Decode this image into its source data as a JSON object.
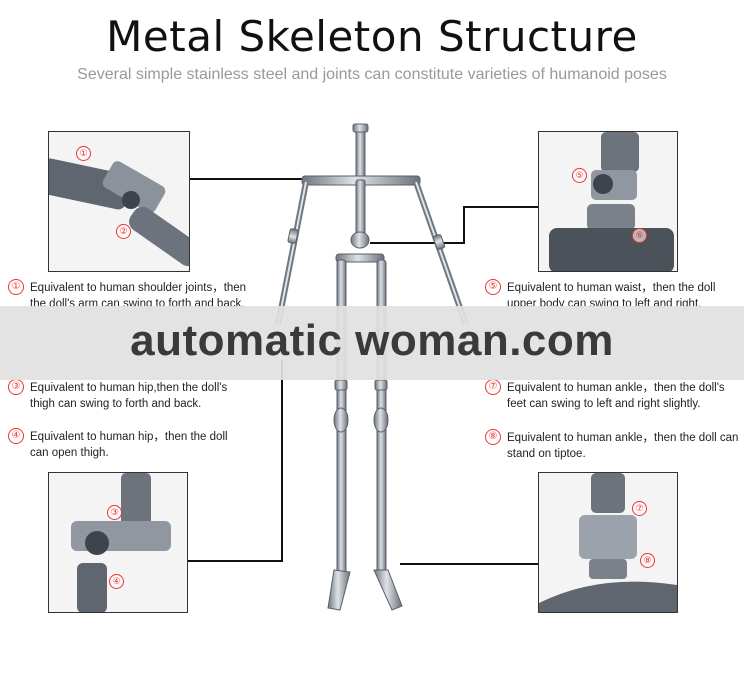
{
  "title": "Metal Skeleton Structure",
  "subtitle": "Several simple stainless steel and joints can constitute varieties of humanoid poses",
  "watermark": "automatic woman.com",
  "notes": [
    {
      "num": "①",
      "text": "Equivalent to human shoulder joints，then the doll's arm can swing to forth and back."
    },
    {
      "num": "③",
      "text": "Equivalent to human hip,then the doll's thigh can swing to forth and back."
    },
    {
      "num": "④",
      "text": "Equivalent to human hip，then the doll can open thigh."
    },
    {
      "num": "⑤",
      "text": "Equivalent to human waist，then the doll upper body can swing to left and right."
    },
    {
      "num": "⑦",
      "text": "Equivalent to human ankle，then the doll's feet can swing to left and right slightly."
    },
    {
      "num": "⑧",
      "text": "Equivalent to human ankle，then the doll can stand on tiptoe."
    }
  ],
  "photo_tags": {
    "shoulder": [
      "①",
      "②"
    ],
    "waist": [
      "⑤",
      "⑥"
    ],
    "hip": [
      "③",
      "④"
    ],
    "ankle": [
      "⑦",
      "⑧"
    ]
  }
}
